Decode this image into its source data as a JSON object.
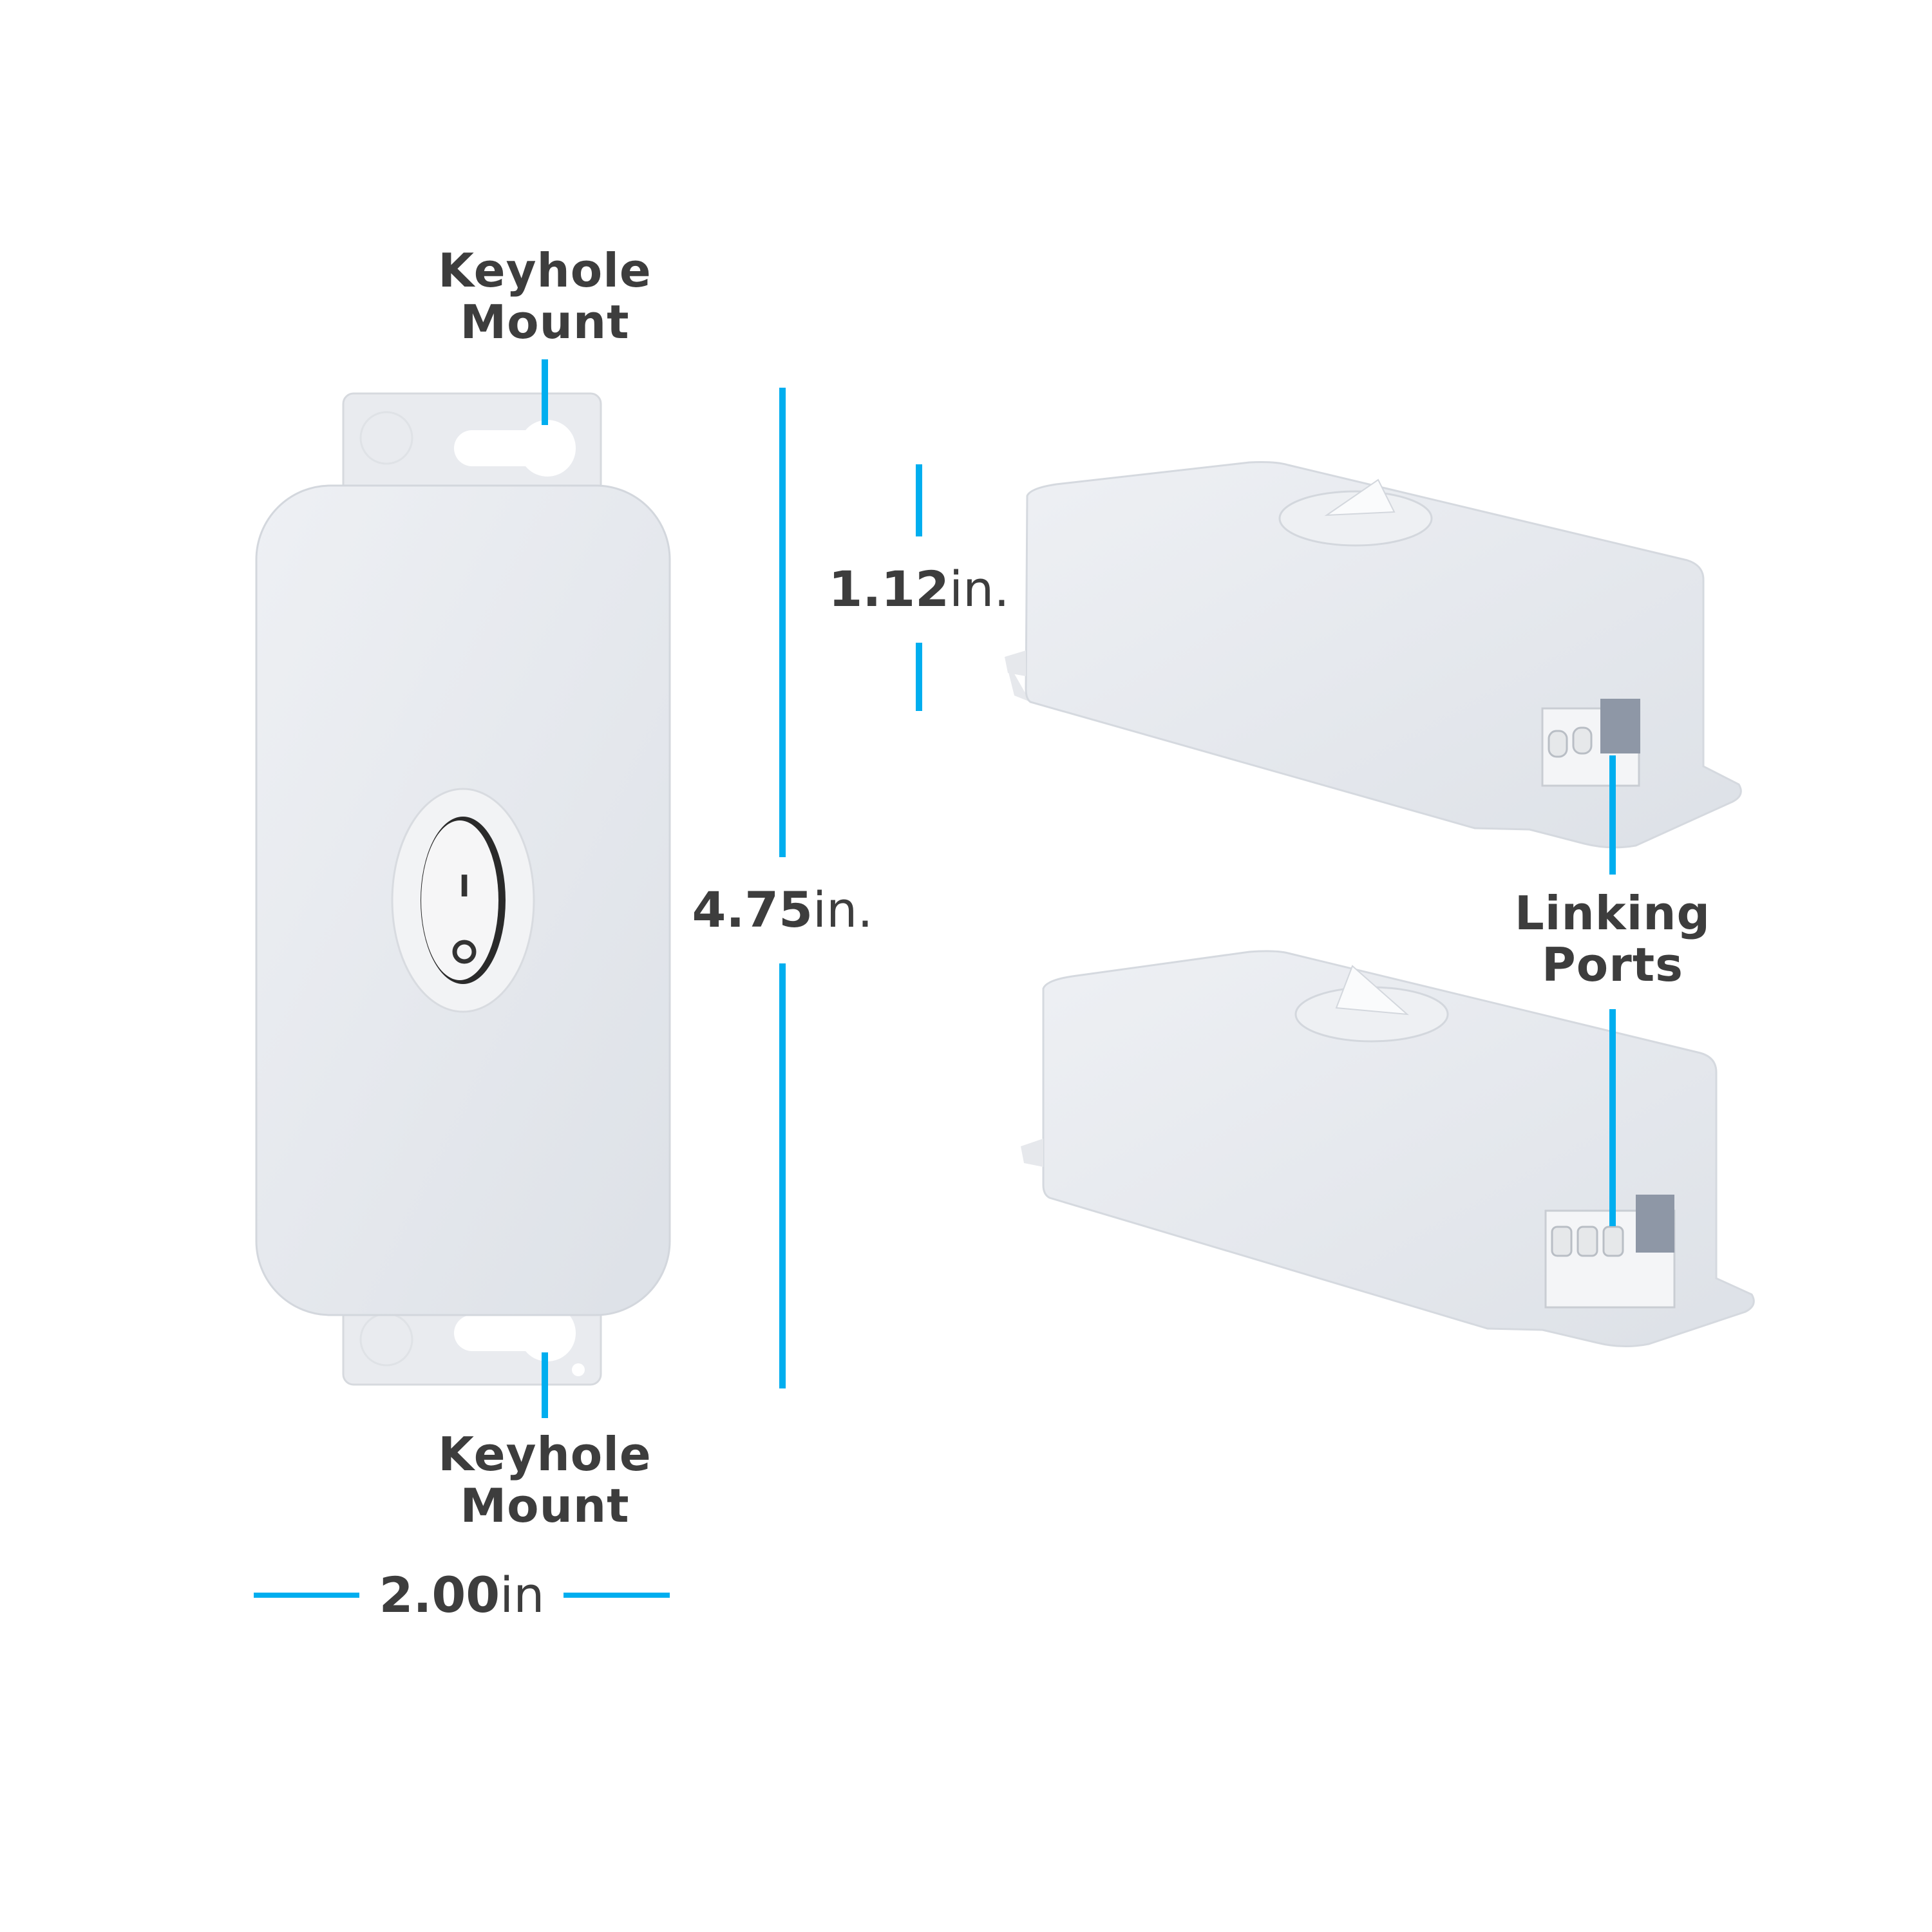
{
  "colors": {
    "accent": "#00aeef",
    "text": "#3d3d3d",
    "product": "#e4e7ec"
  },
  "labels": {
    "keyhole_top": [
      "Keyhole",
      "Mount"
    ],
    "keyhole_bottom": [
      "Keyhole",
      "Mount"
    ],
    "linking_ports": [
      "Linking",
      "Ports"
    ]
  },
  "dimensions": {
    "height": {
      "value": "4.75",
      "unit": "in."
    },
    "width": {
      "value": "2.00",
      "unit": "in"
    },
    "depth": {
      "value": "1.12",
      "unit": "in."
    }
  },
  "switch_marks": {
    "on": "I",
    "off": "O"
  }
}
